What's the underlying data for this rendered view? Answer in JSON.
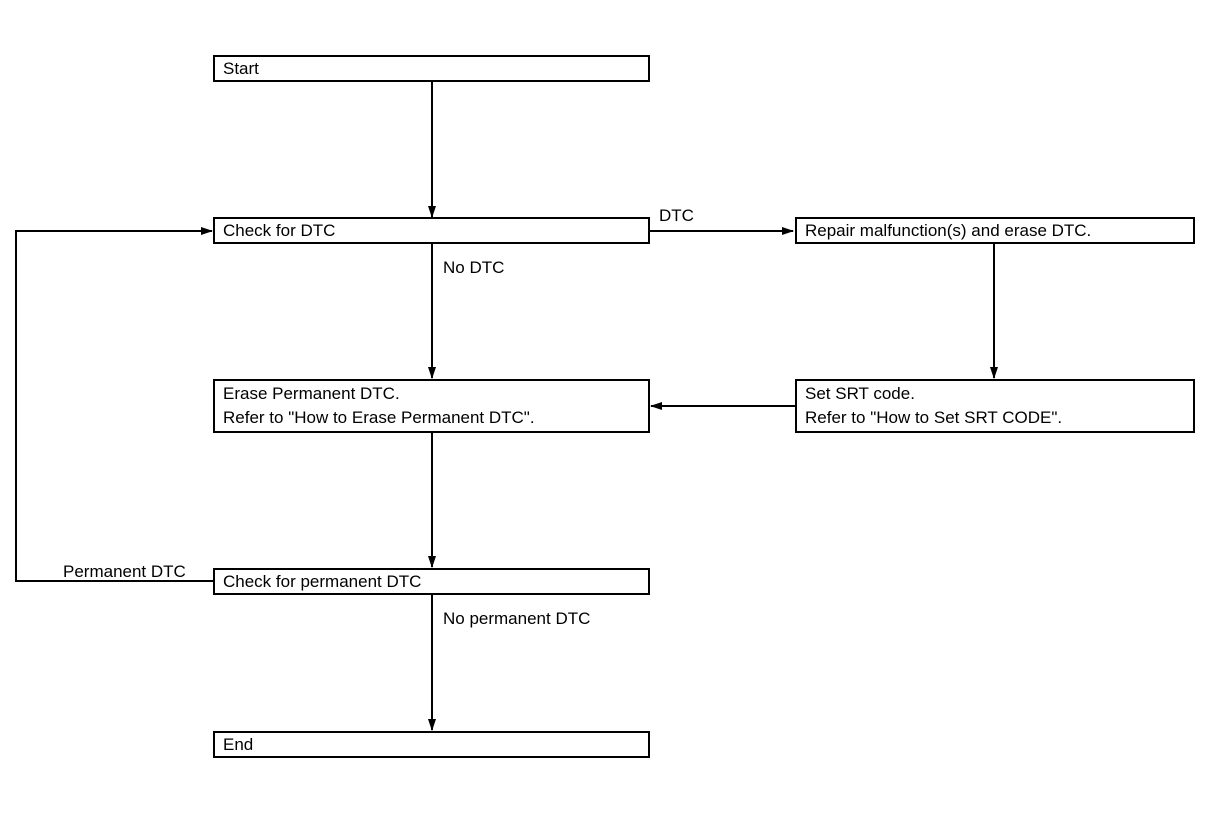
{
  "nodes": {
    "start": {
      "lines": [
        "Start"
      ]
    },
    "check_dtc": {
      "lines": [
        "Check for DTC"
      ]
    },
    "repair": {
      "lines": [
        "Repair malfunction(s) and erase DTC."
      ]
    },
    "erase_permanent": {
      "lines": [
        "Erase Permanent DTC.",
        "Refer to \"How to Erase Permanent DTC\"."
      ]
    },
    "set_srt": {
      "lines": [
        "Set SRT code.",
        "Refer to \"How to Set SRT CODE\"."
      ]
    },
    "check_permanent": {
      "lines": [
        "Check for permanent DTC"
      ]
    },
    "end": {
      "lines": [
        "End"
      ]
    }
  },
  "edge_labels": {
    "dtc": "DTC",
    "no_dtc": "No DTC",
    "permanent_dtc": "Permanent DTC",
    "no_permanent_dtc": "No permanent DTC"
  },
  "edges": [
    {
      "from": "start",
      "to": "check_dtc",
      "label": ""
    },
    {
      "from": "check_dtc",
      "to": "repair",
      "label": "DTC"
    },
    {
      "from": "check_dtc",
      "to": "erase_permanent",
      "label": "No DTC"
    },
    {
      "from": "repair",
      "to": "set_srt",
      "label": ""
    },
    {
      "from": "set_srt",
      "to": "erase_permanent",
      "label": ""
    },
    {
      "from": "erase_permanent",
      "to": "check_permanent",
      "label": ""
    },
    {
      "from": "check_permanent",
      "to": "check_dtc",
      "label": "Permanent DTC"
    },
    {
      "from": "check_permanent",
      "to": "end",
      "label": "No permanent DTC"
    }
  ]
}
